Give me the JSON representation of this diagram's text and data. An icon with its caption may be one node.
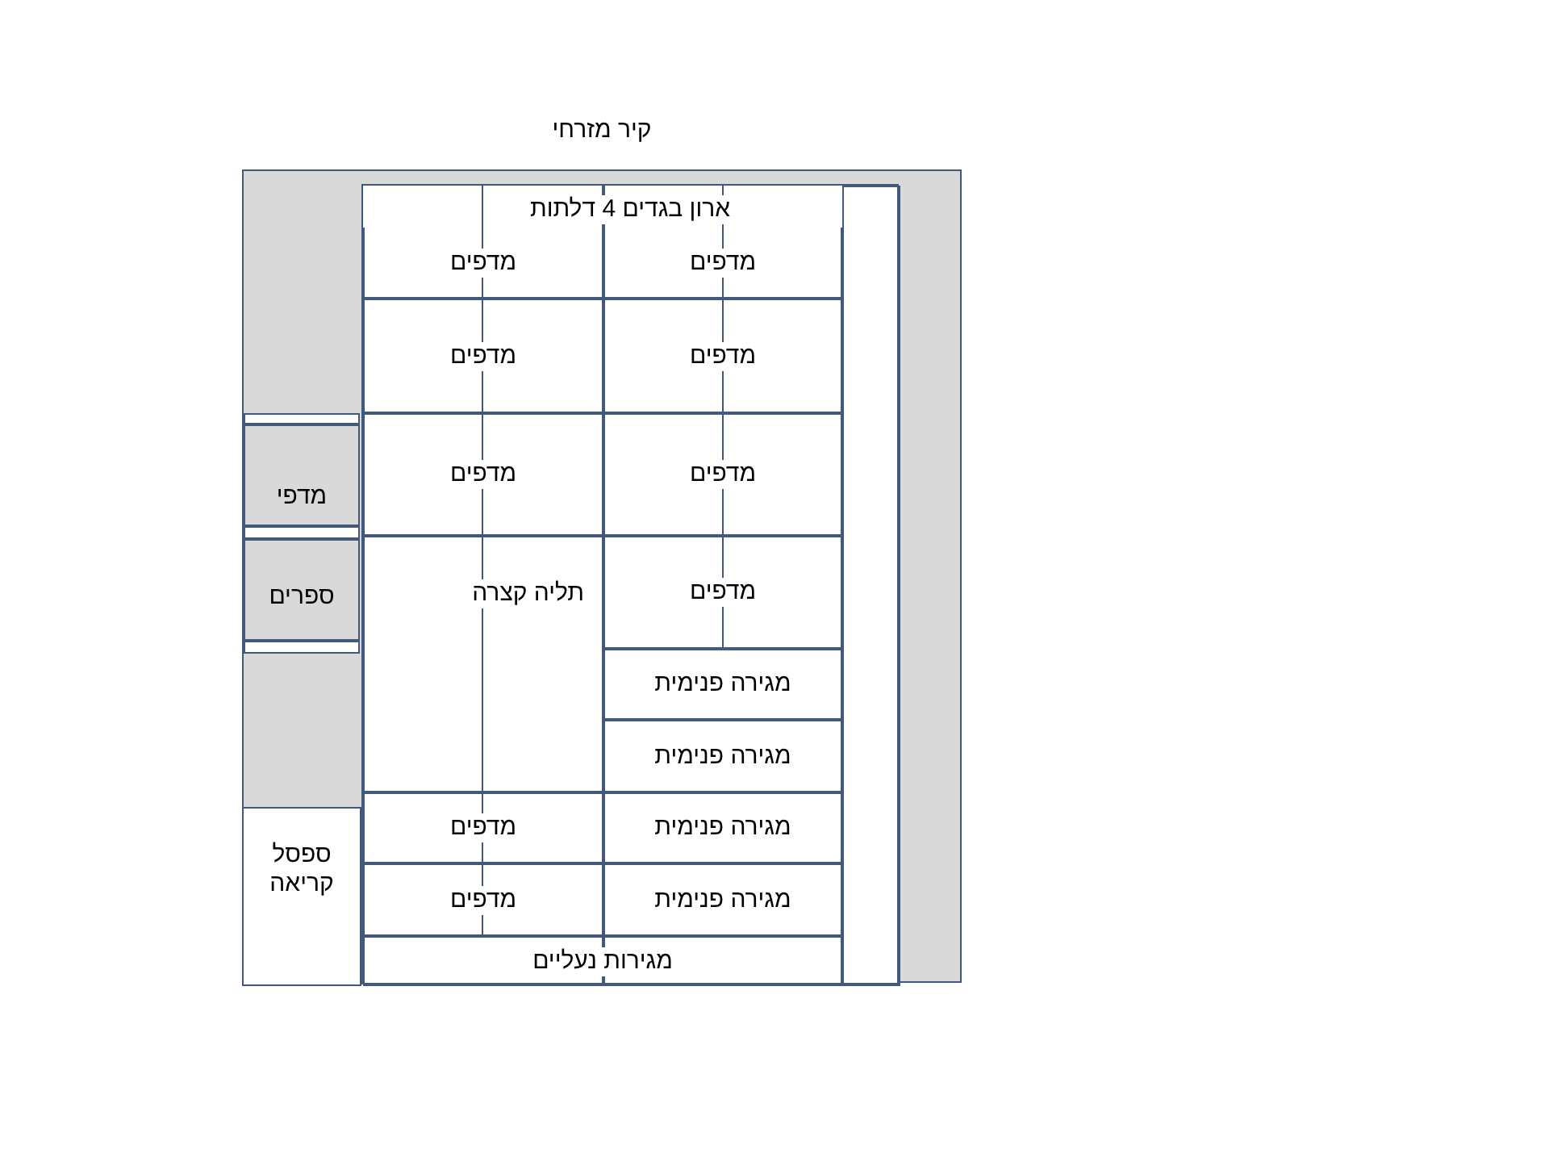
{
  "diagram": {
    "nodes": [
      {
        "text": [
          "קיר מזרחי"
        ]
      },
      {
        "text": [
          "ארון בגדים 4 דלתות"
        ],
        "in": 0
      },
      {
        "text": [
          "מדפים"
        ],
        "in": 1
      },
      {
        "text": [
          "מדפים"
        ],
        "in": 1
      },
      {
        "text": [
          "מדפים"
        ],
        "in": 1
      },
      {
        "text": [
          "מדפים"
        ],
        "in": 1
      },
      {
        "text": [
          "מדפים"
        ],
        "in": 1
      },
      {
        "text": [
          "מדפים"
        ],
        "in": 1
      },
      {
        "text": [
          "מדפים"
        ],
        "in": 1
      },
      {
        "text": [
          "תליה קצרה"
        ],
        "in": 1
      },
      {
        "text": [
          "מגירה פנימית"
        ],
        "in": 1
      },
      {
        "text": [
          "מגירה פנימית"
        ],
        "in": 1
      },
      {
        "text": [
          "מגירה פנימית"
        ],
        "in": 1
      },
      {
        "text": [
          "מדפים"
        ],
        "in": 1
      },
      {
        "text": [
          "מגירה פנימית"
        ],
        "in": 1
      },
      {
        "text": [
          "מדפים"
        ],
        "in": 1
      },
      {
        "text": [
          "מגירות נעליים"
        ],
        "in": 1
      },
      {
        "text": [],
        "shape": "box",
        "in": 1
      },
      {
        "text": [],
        "shape": "box",
        "in": 0
      },
      {
        "text": [
          "מדפי"
        ],
        "in": 0
      },
      {
        "text": [],
        "shape": "box",
        "in": 0
      },
      {
        "text": [
          "ספרים"
        ],
        "in": 0
      },
      {
        "text": [],
        "shape": "box",
        "in": 0
      },
      {
        "text": [
          "ספסל קריאה"
        ],
        "in": 0
      }
    ]
  }
}
